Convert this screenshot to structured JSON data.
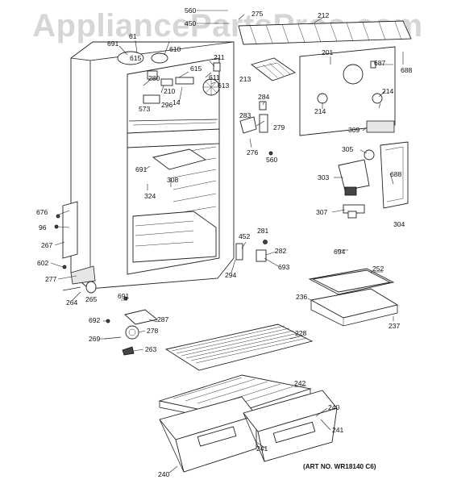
{
  "watermark": "AppliancePartsPros.com",
  "art_number": "(ART NO. WR18140 C6)",
  "callouts": [
    "560",
    "450",
    "275",
    "212",
    "61",
    "691",
    "615",
    "610",
    "201",
    "687",
    "688",
    "211",
    "615",
    "611",
    "280",
    "613",
    "213",
    "210",
    "14",
    "573",
    "296",
    "214",
    "214",
    "284",
    "283",
    "279",
    "309",
    "276",
    "560",
    "305",
    "691",
    "308",
    "303",
    "688",
    "324",
    "307",
    "304",
    "676",
    "96",
    "281",
    "452",
    "694",
    "267",
    "282",
    "252",
    "602",
    "693",
    "294",
    "277",
    "236",
    "691",
    "264",
    "265",
    "237",
    "692",
    "287",
    "278",
    "228",
    "269",
    "263",
    "242",
    "240",
    "241",
    "241",
    "240"
  ]
}
